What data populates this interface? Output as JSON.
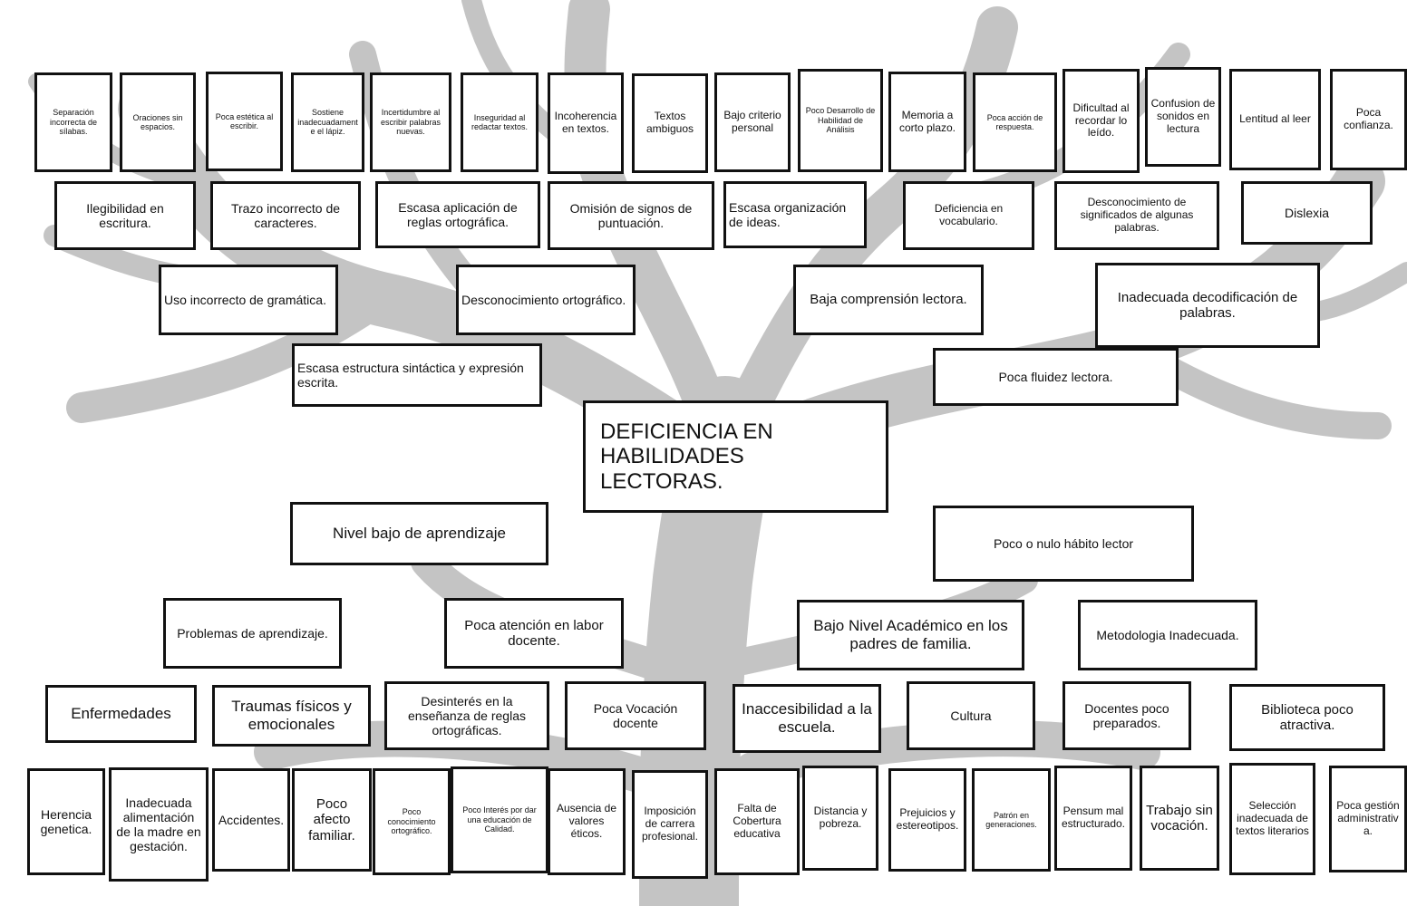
{
  "colors": {
    "border": "#111111",
    "tree": "#b8b8b8",
    "background": "#ffffff"
  },
  "central_problem": "DEFICIENCIA EN HABILIDADES LECTORAS.",
  "effects": {
    "row1": [
      "Separación incorrecta de sílabas.",
      "Oraciones sin espacios.",
      "Poca estética al escribir.",
      "Sostiene inadecuadamente el lápiz.",
      "Incertidumbre al escribir palabras nuevas.",
      "Inseguridad al redactar textos.",
      "Incoherencia en textos.",
      "Textos ambiguos",
      "Bajo criterio personal",
      "Poco Desarrollo de Habilidad de Análisis",
      "Memoria a corto plazo.",
      "Poca acción de respuesta.",
      "Dificultad al recordar lo leído.",
      "Confusion de sonidos en lectura",
      "Lentitud al leer",
      "Poca confianza."
    ],
    "row2": [
      "Ilegibilidad en escritura.",
      "Trazo incorrecto de caracteres.",
      "Escasa aplicación de reglas ortográfica.",
      "Omisión de signos de puntuación.",
      "Escasa organización de ideas.",
      "Deficiencia en vocabulario.",
      "Desconocimiento de significados de algunas palabras.",
      "Dislexia"
    ],
    "row3": [
      "Uso incorrecto de gramática.",
      "Desconocimiento ortográfico.",
      "Baja comprensión lectora.",
      "Inadecuada decodificación de palabras."
    ],
    "row4": [
      "Escasa estructura sintáctica y expresión escrita.",
      "Poca fluidez lectora."
    ]
  },
  "causes": {
    "main": [
      "Nivel bajo de aprendizaje",
      "Poco o nulo hábito lector"
    ],
    "secondary": [
      "Problemas de aprendizaje.",
      "Poca atención en labor docente.",
      "Bajo Nivel Académico en los padres de familia.",
      "Metodologia Inadecuada."
    ],
    "tertiary": [
      "Enfermedades",
      "Traumas físicos y emocionales",
      "Desinterés en la enseñanza de reglas ortográficas.",
      "Poca Vocación docente",
      "Inaccesibilidad a la escuela.",
      "Cultura",
      "Docentes poco preparados.",
      "Biblioteca poco atractiva."
    ],
    "roots": [
      "Herencia genetica.",
      "Inadecuada alimentación de la madre en gestación.",
      "Accidentes.",
      "Poco afecto familiar.",
      "Poco conocimiento ortográfico.",
      "Poco Interés por dar una educación de Calidad.",
      "Ausencia de valores éticos.",
      "Imposición de carrera profesional.",
      "Falta de Cobertura educativa",
      "Distancia y pobreza.",
      "Prejuicios y estereotipos.",
      "Patrón en generaciones.",
      "Pensum mal estructurado.",
      "Trabajo sin vocación.",
      "Selección inadecuada de textos literarios",
      "Poca gestión administrativa."
    ]
  }
}
